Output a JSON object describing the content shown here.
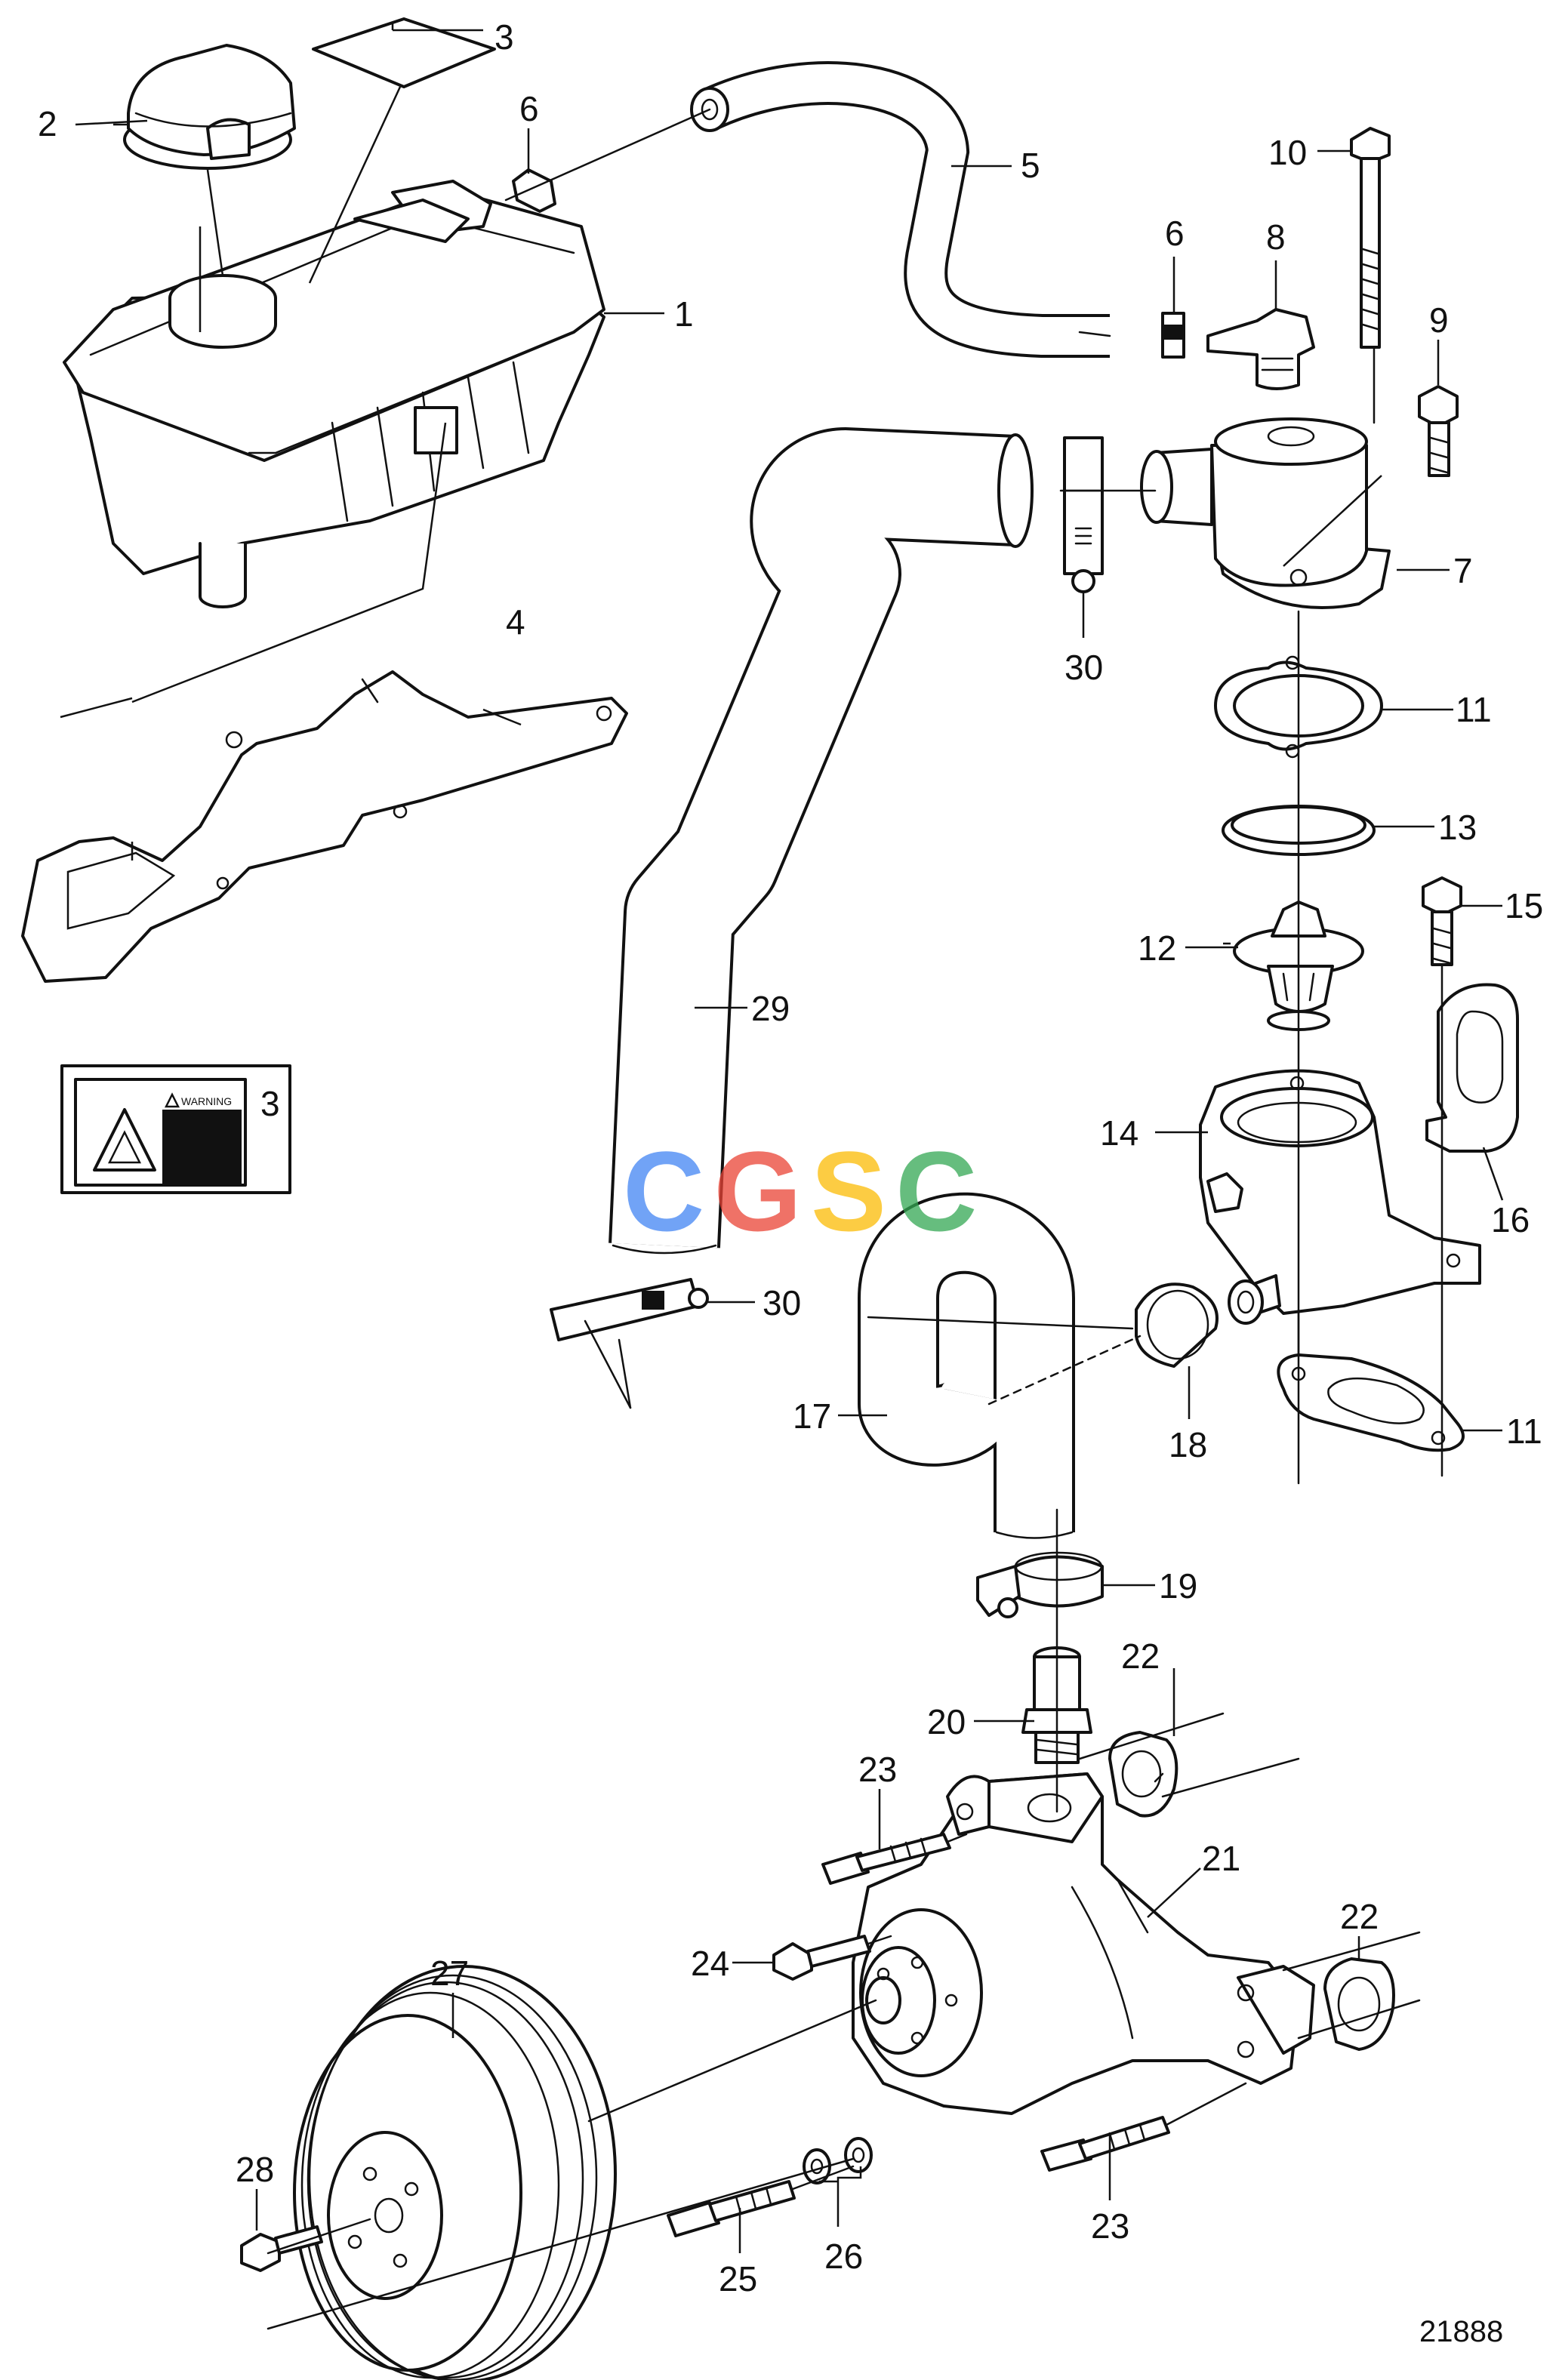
{
  "figure_number": "21888",
  "watermark": "CGSC",
  "watermark_colors": [
    "#4285F4",
    "#EA4335",
    "#FBBC05",
    "#34A853"
  ],
  "warning_label": {
    "text": "WARNING",
    "callout": "3"
  },
  "callouts": [
    {
      "id": "c1",
      "text": "1"
    },
    {
      "id": "c2",
      "text": "2"
    },
    {
      "id": "c3",
      "text": "3"
    },
    {
      "id": "c4",
      "text": "4"
    },
    {
      "id": "c5",
      "text": "5"
    },
    {
      "id": "c6a",
      "text": "6"
    },
    {
      "id": "c6b",
      "text": "6"
    },
    {
      "id": "c7",
      "text": "7"
    },
    {
      "id": "c8",
      "text": "8"
    },
    {
      "id": "c9",
      "text": "9"
    },
    {
      "id": "c10",
      "text": "10"
    },
    {
      "id": "c11a",
      "text": "11"
    },
    {
      "id": "c11b",
      "text": "11"
    },
    {
      "id": "c12",
      "text": "12"
    },
    {
      "id": "c13",
      "text": "13"
    },
    {
      "id": "c14",
      "text": "14"
    },
    {
      "id": "c15",
      "text": "15"
    },
    {
      "id": "c16",
      "text": "16"
    },
    {
      "id": "c17",
      "text": "17"
    },
    {
      "id": "c18",
      "text": "18"
    },
    {
      "id": "c19",
      "text": "19"
    },
    {
      "id": "c20",
      "text": "20"
    },
    {
      "id": "c21",
      "text": "21"
    },
    {
      "id": "c22a",
      "text": "22"
    },
    {
      "id": "c22b",
      "text": "22"
    },
    {
      "id": "c23a",
      "text": "23"
    },
    {
      "id": "c23b",
      "text": "23"
    },
    {
      "id": "c24",
      "text": "24"
    },
    {
      "id": "c25",
      "text": "25"
    },
    {
      "id": "c26",
      "text": "26"
    },
    {
      "id": "c27",
      "text": "27"
    },
    {
      "id": "c28",
      "text": "28"
    },
    {
      "id": "c29",
      "text": "29"
    },
    {
      "id": "c30a",
      "text": "30"
    },
    {
      "id": "c30b",
      "text": "30"
    }
  ]
}
